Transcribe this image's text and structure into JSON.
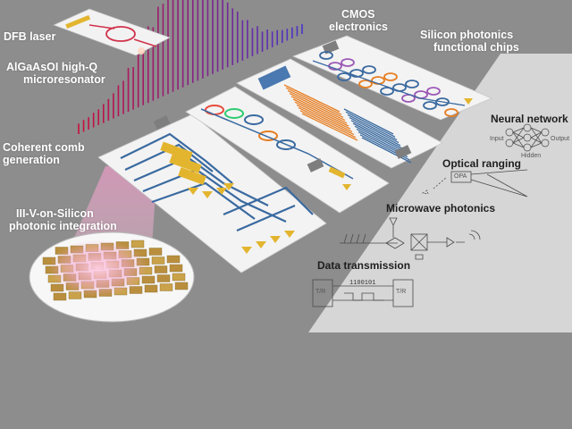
{
  "labels": {
    "dfb_laser": "DFB laser",
    "microresonator_line1": "AlGaAsOI high-Q",
    "microresonator_line2": "microresonator",
    "comb_line1": "Coherent comb",
    "comb_line2": "generation",
    "integration_line1": "III-V-on-Silicon",
    "integration_line2": "photonic integration",
    "cmos_line1": "CMOS",
    "cmos_line2": "electronics",
    "chips_line1": "Silicon photonics",
    "chips_line2": "functional chips",
    "neural_network": "Neural network",
    "optical_ranging": "Optical ranging",
    "microwave_photonics": "Microwave photonics",
    "data_transmission": "Data transmission"
  },
  "small_text": {
    "nn_input": "Input",
    "nn_hidden": "Hidden",
    "nn_output": "Output",
    "opa": "OPA",
    "tr_left": "T/R",
    "tr_right": "T/R",
    "bit_sequence": "1100101"
  },
  "colors": {
    "background": "#8d8d8d",
    "panel": "#d6d6d6",
    "chip": "#f4f4f4",
    "waveguide": "#2f5f8f",
    "gold": "#e3b52f",
    "comb_start": "#c8103c",
    "comb_end": "#4a33c8"
  }
}
